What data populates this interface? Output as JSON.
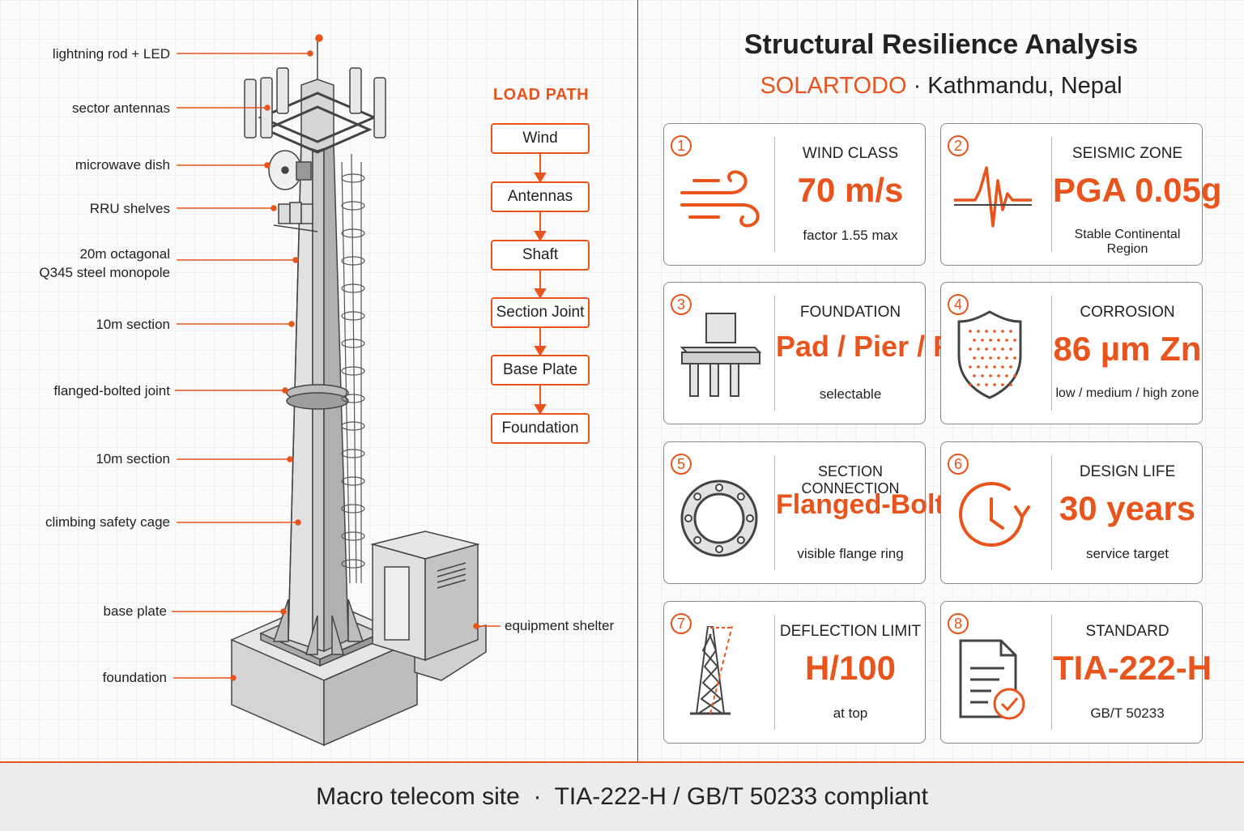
{
  "callouts": [
    {
      "id": "lightning",
      "text": "lightning rod + LED"
    },
    {
      "id": "antennas",
      "text": "sector antennas"
    },
    {
      "id": "microwave",
      "text": "microwave dish"
    },
    {
      "id": "rru",
      "text": "RRU shelves"
    },
    {
      "id": "monopole1",
      "text": "20m octagonal"
    },
    {
      "id": "monopole2",
      "text": "Q345 steel monopole"
    },
    {
      "id": "section1",
      "text": "10m section"
    },
    {
      "id": "flange",
      "text": "flanged-bolted joint"
    },
    {
      "id": "section2",
      "text": "10m section"
    },
    {
      "id": "cage",
      "text": "climbing safety cage"
    },
    {
      "id": "baseplate",
      "text": "base plate"
    },
    {
      "id": "foundation",
      "text": "foundation"
    }
  ],
  "equipment_label": "equipment shelter",
  "load_path": {
    "title": "LOAD PATH",
    "steps": [
      "Wind",
      "Antennas",
      "Shaft",
      "Section Joint",
      "Base Plate",
      "Foundation"
    ]
  },
  "header": {
    "title": "Structural Resilience Analysis",
    "brand": "SOLARTODO",
    "separator": " · ",
    "location": "Kathmandu, Nepal"
  },
  "cards": [
    {
      "num": "1",
      "label": "WIND CLASS",
      "value": "70 m/s",
      "sub": "factor 1.55 max",
      "icon": "wind-icon"
    },
    {
      "num": "2",
      "label": "SEISMIC ZONE",
      "value": "PGA 0.05g",
      "sub": "Stable Continental Region",
      "icon": "seismic-wave-icon"
    },
    {
      "num": "3",
      "label": "FOUNDATION",
      "value": "Pad / Pier / Pile",
      "sub": "selectable",
      "icon": "pile-foundation-icon"
    },
    {
      "num": "4",
      "label": "CORROSION",
      "value": "86 µm Zn",
      "sub": "low / medium / high zone",
      "icon": "shield-icon"
    },
    {
      "num": "5",
      "label": "SECTION CONNECTION",
      "value": "Flanged-Bolted",
      "sub": "visible flange ring",
      "icon": "flange-ring-icon"
    },
    {
      "num": "6",
      "label": "DESIGN LIFE",
      "value": "30 years",
      "sub": "service target",
      "icon": "clock-icon"
    },
    {
      "num": "7",
      "label": "DEFLECTION LIMIT",
      "value": "H/100",
      "sub": "at top",
      "icon": "tower-deflection-icon"
    },
    {
      "num": "8",
      "label": "STANDARD",
      "value": "TIA-222-H",
      "sub": "GB/T 50233",
      "icon": "document-check-icon"
    }
  ],
  "footer": {
    "text": "Macro telecom site  ·  TIA-222-H / GB/T 50233 compliant"
  },
  "colors": {
    "accent": "#e8541c",
    "text": "#222222",
    "card_border": "#888888"
  }
}
